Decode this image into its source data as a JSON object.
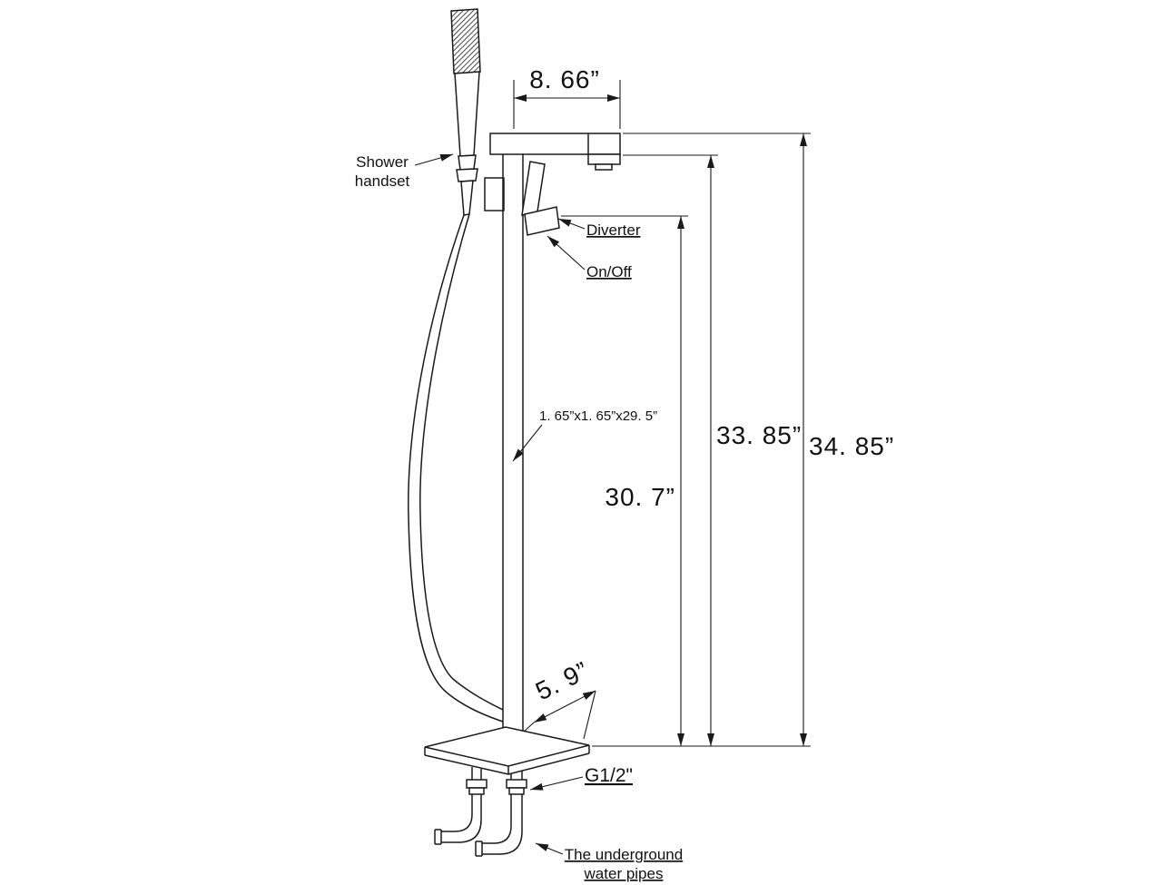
{
  "labels": {
    "shower_handset_line1": "Shower",
    "shower_handset_line2": "handset",
    "diverter": "Diverter",
    "on_off": "On/Off",
    "column_size": "1. 65”x1. 65”x29. 5”",
    "thread": "G1/2\"",
    "underground_line1": "The underground",
    "underground_line2": "water pipes"
  },
  "dimensions": {
    "spout_reach": "8. 66”",
    "spout_height": "30. 7”",
    "height_to_spout": "33. 85”",
    "total_height": "34. 85”",
    "base_size": "5. 9”"
  },
  "colors": {
    "line": "#1a1a1a",
    "background": "#ffffff"
  }
}
